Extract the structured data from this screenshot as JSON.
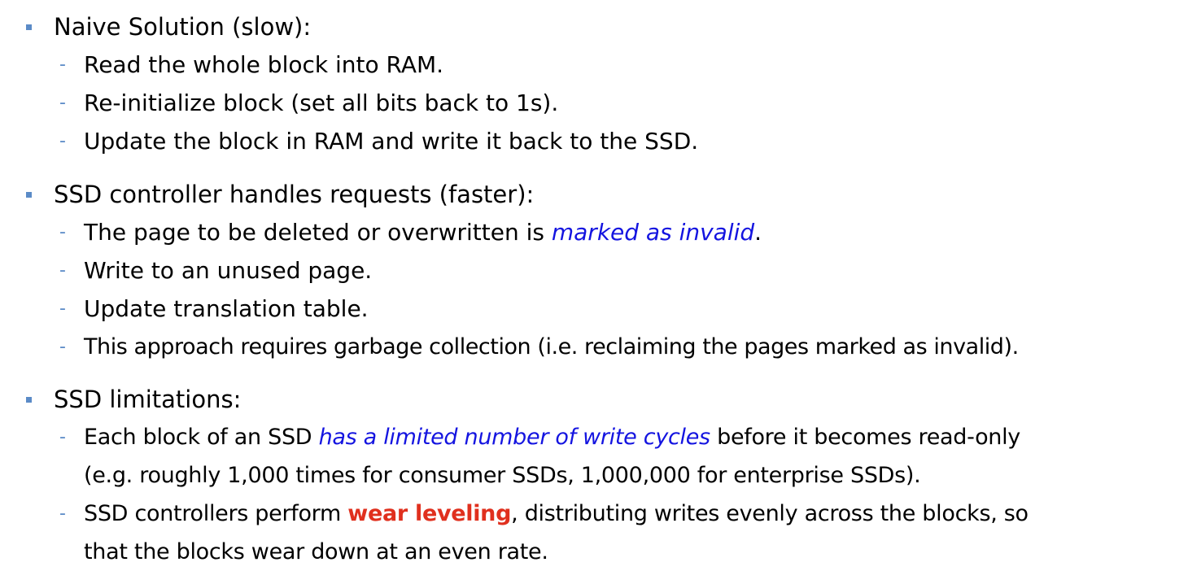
{
  "sections": [
    {
      "heading": "Naive Solution (slow):",
      "items": [
        {
          "text": "Read the whole block into RAM."
        },
        {
          "text": "Re-initialize block (set all bits back to 1s)."
        },
        {
          "text": "Update the block in RAM and write it back to the SSD."
        }
      ]
    },
    {
      "heading": "SSD controller handles requests (faster):",
      "items": [
        {
          "pre": "The page to be deleted or overwritten is ",
          "em": "marked as invalid",
          "post": "."
        },
        {
          "text": "Write to an unused page."
        },
        {
          "text": "Update translation table."
        },
        {
          "text": "This approach requires garbage collection (i.e. reclaiming the pages marked as invalid)."
        }
      ]
    },
    {
      "heading": "SSD limitations:",
      "items": [
        {
          "pre": "Each block of an SSD ",
          "em": "has a limited number of write cycles",
          "post": " before it becomes read-only",
          "cont": "(e.g. roughly 1,000 times for consumer SSDs, 1,000,000 for enterprise SSDs)."
        },
        {
          "pre": "SSD controllers perform ",
          "strong": "wear leveling",
          "post": ", distributing writes evenly across the blocks, so",
          "cont": "that the blocks wear down at an even rate."
        }
      ]
    }
  ],
  "colors": {
    "bullet": "#5b8bc7",
    "emphasis_blue": "#1414e0",
    "emphasis_red": "#e0301e"
  }
}
